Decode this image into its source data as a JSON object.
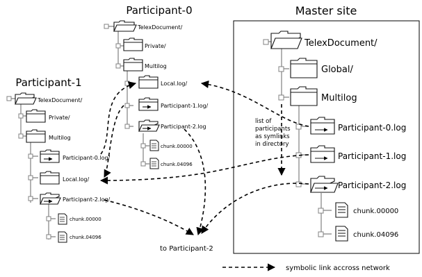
{
  "labels": {
    "participant0_title": "Participant-0",
    "participant1_title": "Participant-1",
    "master_title": "Master site",
    "to_participant2": "to Participant-2",
    "legend": "symbolic link accross network",
    "list_note": [
      "list of",
      "participants",
      "as symlinks",
      "in directory"
    ]
  },
  "participant0_tree": [
    "TelexDocument/",
    "Private/",
    "Multilog",
    "Local.log/",
    "Participant-1.log/",
    "Participant-2.log",
    "chunk.00000",
    "chunk.04096"
  ],
  "participant1_tree": [
    "TelexDocument/",
    "Private/",
    "Multilog",
    "Participant-0.log/",
    "Local.log/",
    "Participant-2.log/",
    "chunk.00000",
    "chunk.04096"
  ],
  "master_tree": [
    "TelexDocument/",
    "Global/",
    "Multilog",
    "Participant-0.log",
    "Participant-1.log",
    "Participant-2.log",
    "chunk.00000",
    "chunk.04096"
  ]
}
